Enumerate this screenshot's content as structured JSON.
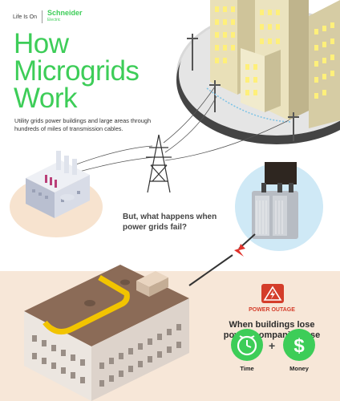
{
  "brand": {
    "tagline": "Life Is On",
    "name": "Schneider",
    "sub": "Electric"
  },
  "title_lines": [
    "How",
    "Microgrids",
    "Work"
  ],
  "intro": "Utility grids power buildings and large areas through hundreds of miles of transmission cables.",
  "question": "But, what happens when power grids fail?",
  "outage": {
    "label": "POWER OUTAGE",
    "text": "When buildings lose power, companies lose",
    "plus": "+",
    "losses": [
      "Time",
      "Money"
    ]
  },
  "colors": {
    "brand_green": "#3dcd58",
    "alert_red": "#d43d2a",
    "sand": "#f7e7d8",
    "sky_blue": "#cfe9f6",
    "building_yellow": "#fff07a"
  },
  "icons": [
    "clock-icon",
    "dollar-icon",
    "warning-icon",
    "lightning-icon"
  ]
}
